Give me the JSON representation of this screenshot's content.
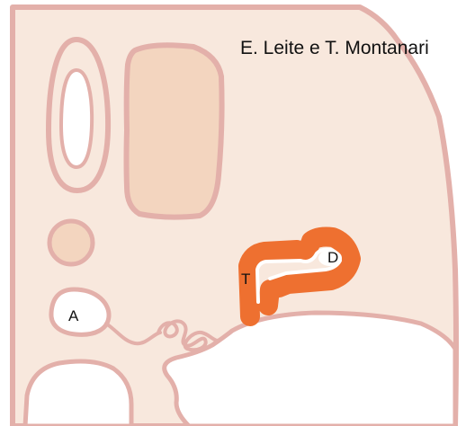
{
  "credit": "E. Leite e T. Montanari",
  "labels": {
    "a": "A",
    "t": "T",
    "d": "D"
  },
  "colors": {
    "tissue_fill": "#F8E8DD",
    "outline": "#E3B0AA",
    "dense_fill": "#F3D5BF",
    "cavity": "#FFFFFF",
    "highlight": "#EE7030",
    "text": "#111111"
  }
}
